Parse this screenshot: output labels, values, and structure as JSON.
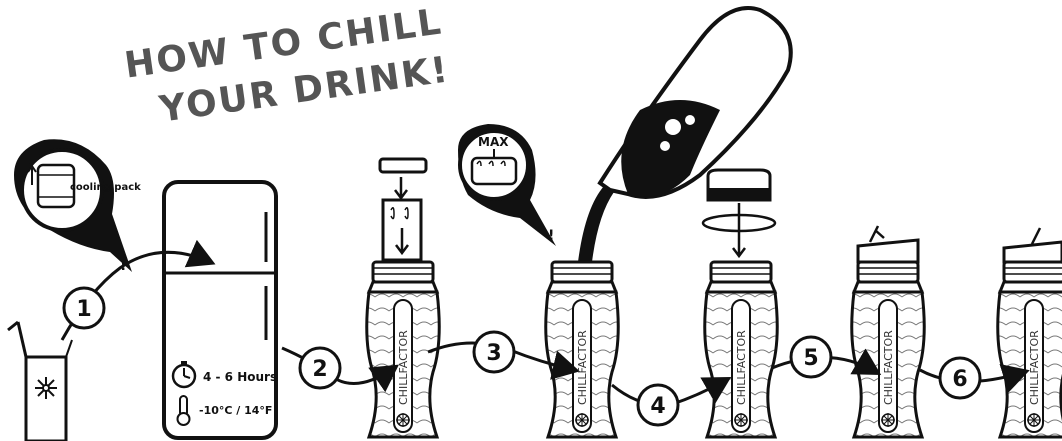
{
  "title": {
    "line1": "HOW TO CHILL",
    "line2": "YOUR DRINK!"
  },
  "callouts": {
    "cooling_pack": "cooling pack",
    "max_label": "MAX",
    "exclamation": "!"
  },
  "freezer": {
    "time": "4 - 6 Hours",
    "temperature": "-10°C / 14°F"
  },
  "bottle_brand": "CHILLFACTOR",
  "steps": [
    "1",
    "2",
    "3",
    "4",
    "5",
    "6"
  ],
  "colors": {
    "ink": "#111111",
    "title": "#555555",
    "background": "#ffffff"
  }
}
